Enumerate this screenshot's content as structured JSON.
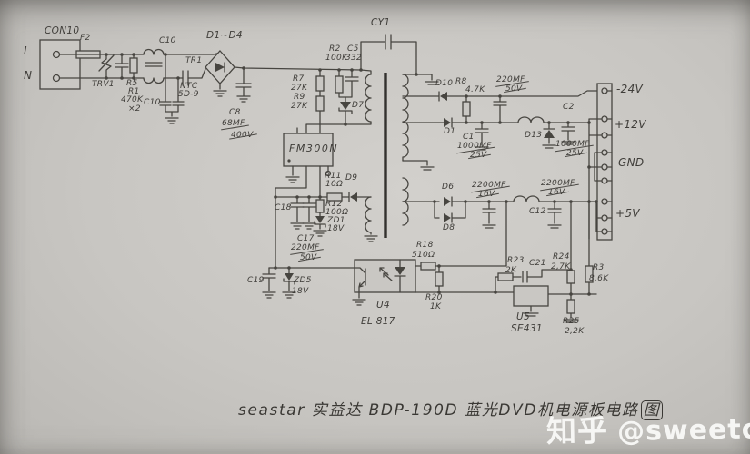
{
  "colors": {
    "paper": "#c8c6c2",
    "ink": "#474540",
    "watermark_text": "#f6f6f4"
  },
  "footer": {
    "title": "seastar 实益达 BDP-190D 蓝光DVD机电源板电路",
    "title_circled": "图",
    "watermark_brand": "知乎",
    "watermark_user": "@sweetone"
  },
  "labels": {
    "con10": "CON10",
    "l": "L",
    "n": "N",
    "f2": "F2",
    "trv1": "TRV1",
    "r5": "R5",
    "r1": "R1",
    "r5_val": "470K",
    "r5_x2": "×2",
    "c10_top": "C10",
    "c10_side": "C10",
    "tr1": "TR1",
    "ntc": "NTC",
    "ntc_val": "5D-9",
    "d1_d4": "D1~D4",
    "c8": "C8",
    "c8_val": "68MF",
    "c8_v": "400V",
    "r7": "R7",
    "r7_val": "27K",
    "r9": "R9",
    "r9_val": "27K",
    "r2": "R2",
    "r2_val": "100K",
    "c5": "C5",
    "c5_val": "332",
    "d7": "D7",
    "fm300n": "FM300N",
    "cy1": "CY1",
    "d10": "D10",
    "r8": "R8",
    "r8_val": "4.7K",
    "c24_val": "220MF",
    "c24_v": "50V",
    "out_24v": "-24V",
    "d1": "D1",
    "c1": "C1",
    "c1_val": "1000MF",
    "c1_v": "25V",
    "d13": "D13",
    "c2": "C2",
    "c2_val": "1000MF",
    "c2_v": "25V",
    "out_12v": "+12V",
    "gnd": "GND",
    "d6": "D6",
    "d8": "D8",
    "c5a_val": "2200MF",
    "c5a_v": "16V",
    "c12": "C12",
    "c12_val": "2200MF",
    "c12_v": "16V",
    "out_5v": "+5V",
    "r11": "R11",
    "r11_val": "10Ω",
    "d9": "D9",
    "r12": "R12",
    "r12_val": "100Ω",
    "zd1": "ZD1",
    "zd1_v": "18V",
    "c18": "C18",
    "c17": "C17",
    "c17_val": "220MF",
    "c17_v": "50V",
    "c19": "C19",
    "zd5": "ZD5",
    "zd5_v": "18V",
    "r18": "R18",
    "r18_val": "510Ω",
    "r20": "R20",
    "r20_val": "1K",
    "u4": "U4",
    "u4_val": "EL 817",
    "r23": "R23",
    "r23_val": "2K",
    "c21": "C21",
    "r24": "R24",
    "r24_val": "2,7K",
    "r3": "R3",
    "r3_val": "8.6K",
    "u5": "U5",
    "u5_val": "SE431",
    "r25": "R25",
    "r25_val": "2,2K"
  }
}
